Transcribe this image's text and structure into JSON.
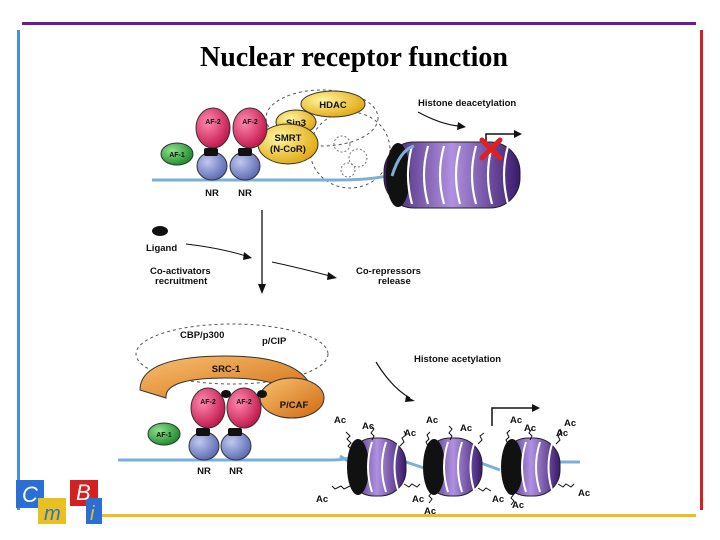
{
  "title": "Nuclear receptor function",
  "top_panel": {
    "hdac": "HDAC",
    "sin3": "Sin3",
    "smrt_line1": "SMRT",
    "smrt_line2": "(N-CoR)",
    "af2_a": "AF-2",
    "af2_b": "AF-2",
    "af1": "AF-1",
    "nr_a": "NR",
    "nr_b": "NR",
    "process": "Histone deacetylation"
  },
  "middle": {
    "ligand": "Ligand",
    "coact_line1": "Co-activators",
    "coact_line2": "recruitment",
    "corep_line1": "Co-repressors",
    "corep_line2": "release"
  },
  "bottom_panel": {
    "cbp": "CBP/p300",
    "pcip": "p/CIP",
    "src1": "SRC-1",
    "pcaf": "P/CAF",
    "af2_a": "AF-2",
    "af2_b": "AF-2",
    "af1": "AF-1",
    "nr_a": "NR",
    "nr_b": "NR",
    "process": "Histone acetylation",
    "ac": "Ac"
  },
  "logo": {
    "letters": [
      "C",
      "m",
      "B",
      "i"
    ],
    "colors": [
      "#2a6fd6",
      "#e8c020",
      "#d42020",
      "#2a6fd6"
    ]
  },
  "colors": {
    "frame_top": "#6a1a9a",
    "frame_left": "#4a90d9",
    "frame_right": "#d42020",
    "frame_bottom": "#e8c020",
    "af2": "#e0306a",
    "af1": "#3cb34a",
    "nr": "#8090d0",
    "smrt": "#f0c020",
    "src1": "#e08a20",
    "histone": "#6a3a9a",
    "repress_x": "#e02020"
  }
}
